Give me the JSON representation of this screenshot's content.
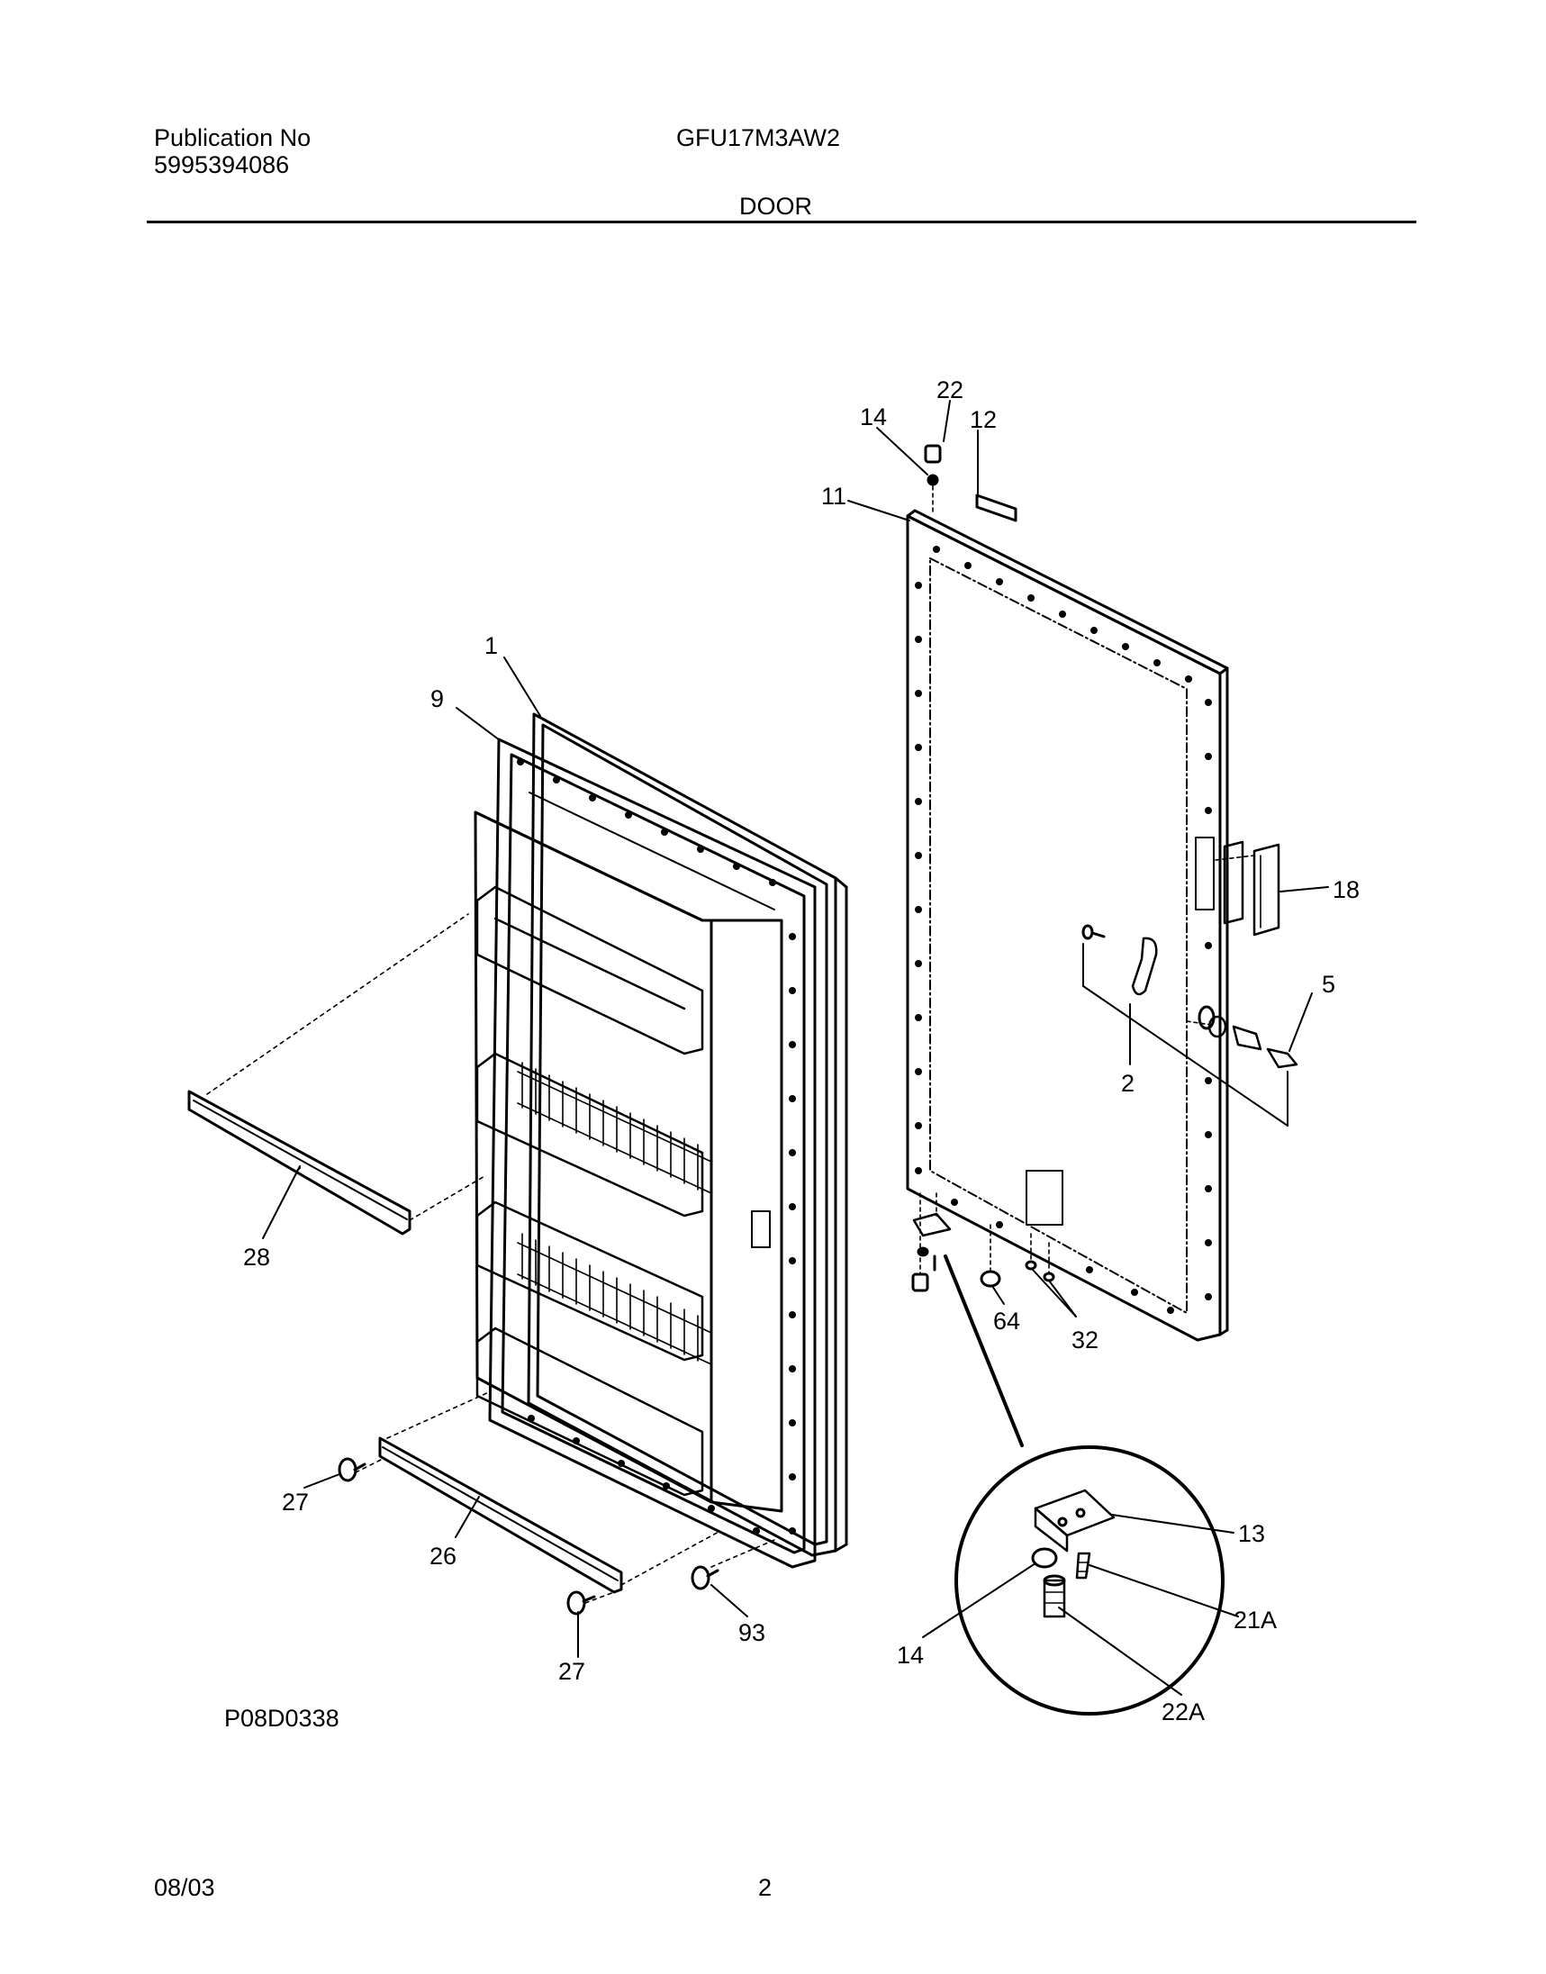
{
  "header": {
    "publication_label": "Publication No",
    "publication_number": "5995394086",
    "model": "GFU17M3AW2",
    "section": "DOOR"
  },
  "diagram": {
    "id": "P08D0338",
    "callouts": {
      "c1": "1",
      "c9": "9",
      "c28": "28",
      "c27a": "27",
      "c26": "26",
      "c27b": "27",
      "c93": "93",
      "c22": "22",
      "c14a": "14",
      "c12": "12",
      "c11": "11",
      "c18": "18",
      "c5": "5",
      "c2": "2",
      "c64": "64",
      "c32": "32",
      "c13": "13",
      "c21a": "21A",
      "c14b": "14",
      "c22a": "22A"
    }
  },
  "footer": {
    "date": "08/03",
    "page": "2"
  }
}
